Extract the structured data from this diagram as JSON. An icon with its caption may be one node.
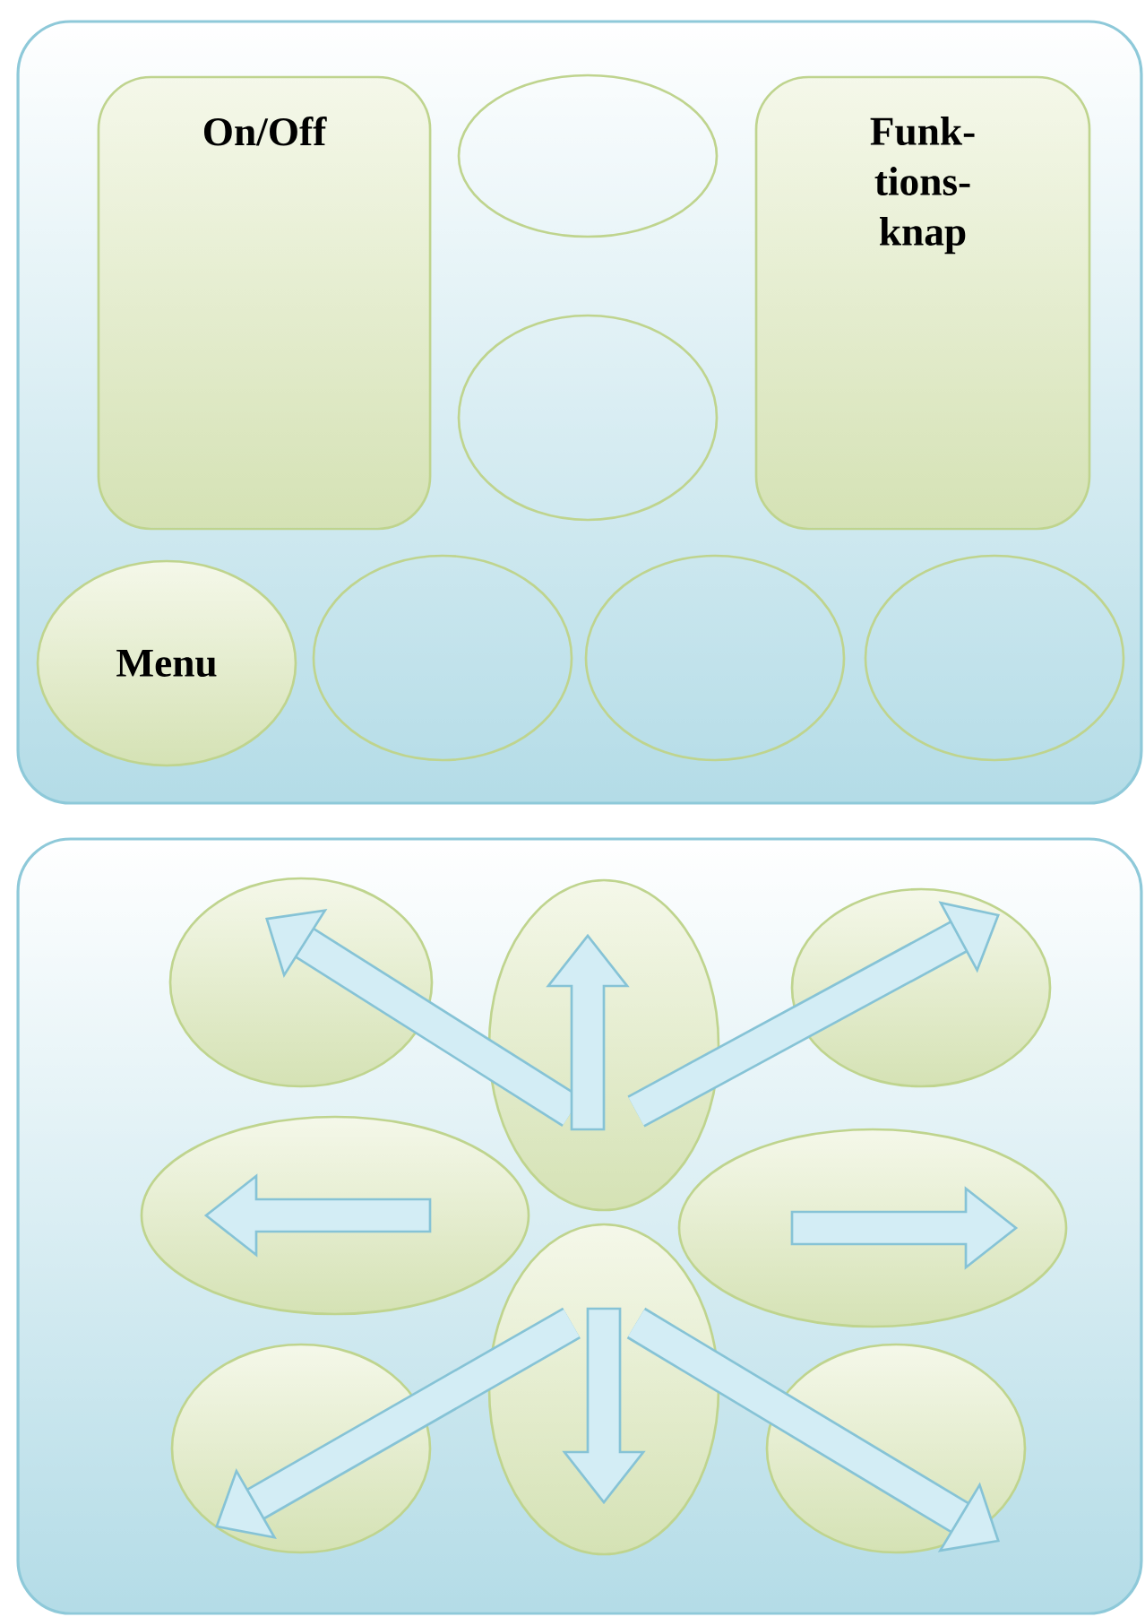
{
  "diagram": {
    "nodes": [
      {
        "text": [],
        "shape": "box"
      },
      {
        "text": [
          "On/Off"
        ],
        "in": 0
      },
      {
        "text": [],
        "shape": "ellipse",
        "in": 0
      },
      {
        "text": [],
        "shape": "ellipse",
        "in": 0
      },
      {
        "text": [
          "Funk- tions- knap"
        ],
        "in": 0
      },
      {
        "text": [
          "Menu"
        ],
        "in": 0
      },
      {
        "text": [],
        "shape": "ellipse",
        "in": 0
      },
      {
        "text": [],
        "shape": "ellipse",
        "in": 0
      },
      {
        "text": [],
        "shape": "ellipse",
        "in": 0
      },
      {
        "text": [],
        "shape": "box"
      },
      {
        "text": [],
        "shape": "ellipse",
        "in": 9
      },
      {
        "text": [],
        "shape": "ellipse",
        "in": 9
      },
      {
        "text": [],
        "shape": "ellipse",
        "in": 9
      },
      {
        "text": [],
        "shape": "ellipse",
        "in": 9
      },
      {
        "text": [],
        "shape": "ellipse",
        "in": 9
      },
      {
        "text": [],
        "shape": "ellipse",
        "in": 9
      },
      {
        "text": [],
        "shape": "ellipse",
        "in": 9
      },
      {
        "text": [],
        "shape": "ellipse",
        "in": 9
      }
    ],
    "edges": [
      {
        "from": 11,
        "to": 12,
        "arrow": "to"
      },
      {
        "from": 11,
        "to": 10,
        "arrow": "to"
      },
      {
        "from": 16,
        "to": 15,
        "arrow": "to"
      },
      {
        "from": 16,
        "to": 17,
        "arrow": "to"
      }
    ]
  }
}
